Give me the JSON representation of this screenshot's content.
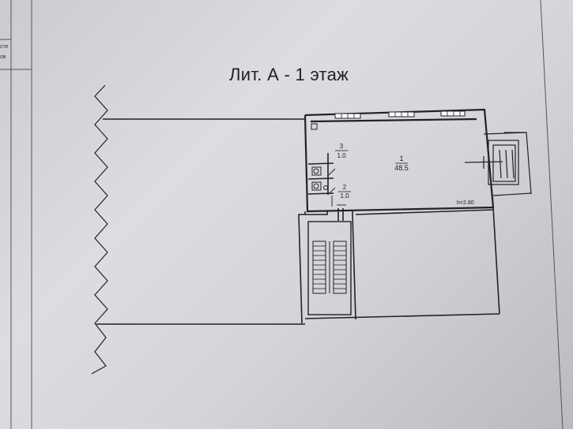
{
  "plan": {
    "title": "Лит. А - 1 этаж",
    "edge_text_top": "сте",
    "edge_text_bottom": "ов",
    "rooms": [
      {
        "number": "1",
        "area": "48.5"
      },
      {
        "number": "2",
        "area": "1.0"
      },
      {
        "number": "3",
        "area": "1.0"
      }
    ],
    "ceiling_height": "h=2.80"
  }
}
